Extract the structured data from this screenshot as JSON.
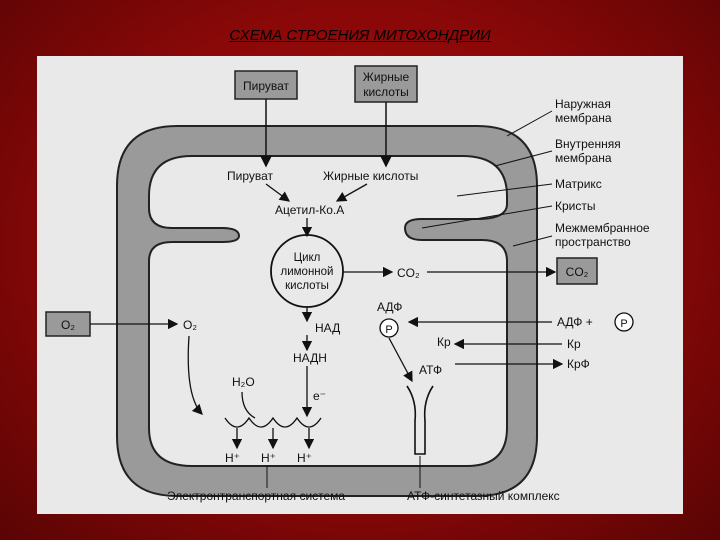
{
  "title": "СХЕМА СТРОЕНИЯ МИТОХОНДРИИ",
  "boxes": {
    "pyruvate_top": "Пируват",
    "fatty_top_1": "Жирные",
    "fatty_top_2": "кислоты",
    "o2_left": "O₂",
    "co2_right": "CO₂"
  },
  "labels": {
    "outer_membrane_1": "Наружная",
    "outer_membrane_2": "мембрана",
    "inner_membrane_1": "Внутренняя",
    "inner_membrane_2": "мембрана",
    "matrix": "Матрикс",
    "cristae": "Кристы",
    "intermembrane_1": "Межмембранное",
    "intermembrane_2": "пространство",
    "etc": "Электронтранспортная система",
    "atp_synthase": "АТФ-синтетазный комплекс"
  },
  "inner": {
    "pyruvate": "Пируват",
    "fatty_acids": "Жирные кислоты",
    "acetyl_coa": "Ацетил-Ко.А",
    "cycle_1": "Цикл",
    "cycle_2": "лимонной",
    "cycle_3": "кислоты",
    "co2": "CO₂",
    "o2": "O₂",
    "nad": "НАД",
    "nadh": "НАДН",
    "h2o": "H₂O",
    "electron": "e⁻",
    "adp": "АДФ",
    "p": "P",
    "kr": "Кр",
    "atp": "АТФ",
    "h1": "H⁺",
    "h2": "H⁺",
    "h3": "H⁺"
  },
  "outside": {
    "adp": "АДФ +",
    "p": "P",
    "kr": "Кр",
    "krf": "КрФ"
  }
}
